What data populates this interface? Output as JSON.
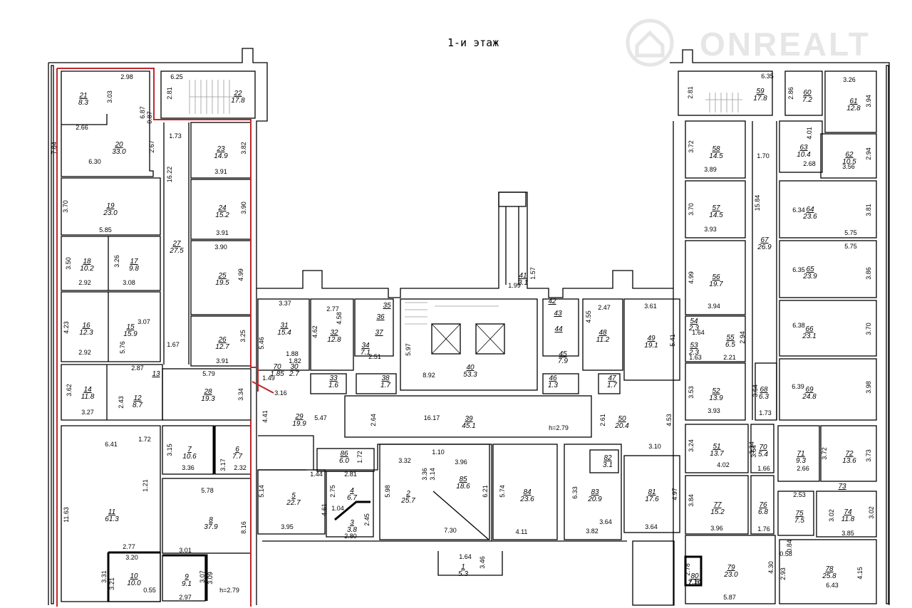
{
  "title": "1-и этаж",
  "watermark": {
    "text": "ONREALT",
    "icon": "house-icon",
    "color": "#e6e6e6"
  },
  "colors": {
    "wall": "#000000",
    "highlight": "#c0282d",
    "background": "#ffffff"
  },
  "rooms": [
    {
      "id": "r21",
      "num": "21",
      "area": "8.3"
    },
    {
      "id": "r20",
      "num": "20",
      "area": "33.0"
    },
    {
      "id": "r22",
      "num": "22",
      "area": "17.8"
    },
    {
      "id": "r23",
      "num": "23",
      "area": "14.9"
    },
    {
      "id": "r24",
      "num": "24",
      "area": "15.2"
    },
    {
      "id": "r25",
      "num": "25",
      "area": "19.5"
    },
    {
      "id": "r26",
      "num": "26",
      "area": "12.7"
    },
    {
      "id": "r27",
      "num": "27",
      "area": "27.5"
    },
    {
      "id": "r19",
      "num": "19",
      "area": "23.0"
    },
    {
      "id": "r18",
      "num": "18",
      "area": "10.2"
    },
    {
      "id": "r17",
      "num": "17",
      "area": "9.8"
    },
    {
      "id": "r16",
      "num": "16",
      "area": "12.3"
    },
    {
      "id": "r15",
      "num": "15",
      "area": "15.9"
    },
    {
      "id": "r14",
      "num": "14",
      "area": "11.8"
    },
    {
      "id": "r12",
      "num": "12",
      "area": "8.7"
    },
    {
      "id": "r13",
      "num": "13",
      "area": ""
    },
    {
      "id": "r28",
      "num": "28",
      "area": "19.3"
    },
    {
      "id": "r11",
      "num": "11",
      "area": "61.3"
    },
    {
      "id": "r7",
      "num": "7",
      "area": "10.6"
    },
    {
      "id": "r6",
      "num": "6",
      "area": "7.7"
    },
    {
      "id": "r8",
      "num": "8",
      "area": "37.9"
    },
    {
      "id": "r9",
      "num": "9",
      "area": "9.1"
    },
    {
      "id": "r10",
      "num": "10",
      "area": "10.0"
    },
    {
      "id": "r31",
      "num": "31",
      "area": "15.4"
    },
    {
      "id": "r32",
      "num": "32",
      "area": "12.8"
    },
    {
      "id": "r34",
      "num": "34",
      "area": "7.1"
    },
    {
      "id": "r35",
      "num": "35",
      "area": ""
    },
    {
      "id": "r36",
      "num": "36",
      "area": ""
    },
    {
      "id": "r37",
      "num": "37",
      "area": ""
    },
    {
      "id": "r30",
      "num": "30",
      "area": "2.7"
    },
    {
      "id": "r70l",
      "num": "70",
      "area": "1.85"
    },
    {
      "id": "r33",
      "num": "33",
      "area": "1.6"
    },
    {
      "id": "r38",
      "num": "38",
      "area": "1.7"
    },
    {
      "id": "r29",
      "num": "29",
      "area": "19.9"
    },
    {
      "id": "r41",
      "num": "41",
      "area": "3.1"
    },
    {
      "id": "r40",
      "num": "40",
      "area": "53.3"
    },
    {
      "id": "r39",
      "num": "39",
      "area": "45.1"
    },
    {
      "id": "r42",
      "num": "42",
      "area": ""
    },
    {
      "id": "r43",
      "num": "43",
      "area": ""
    },
    {
      "id": "r44",
      "num": "44",
      "area": ""
    },
    {
      "id": "r45",
      "num": "45",
      "area": "7.9"
    },
    {
      "id": "r46",
      "num": "46",
      "area": "1.3"
    },
    {
      "id": "r47",
      "num": "47",
      "area": "1.7"
    },
    {
      "id": "r48",
      "num": "48",
      "area": "11.2"
    },
    {
      "id": "r49",
      "num": "49",
      "area": "19.1"
    },
    {
      "id": "r50",
      "num": "50",
      "area": "20.4"
    },
    {
      "id": "r86",
      "num": "86",
      "area": "6.0"
    },
    {
      "id": "r5",
      "num": "5",
      "area": "22.7"
    },
    {
      "id": "r4",
      "num": "4",
      "area": "6.7"
    },
    {
      "id": "r3",
      "num": "3",
      "area": "3.8"
    },
    {
      "id": "r2",
      "num": "2",
      "area": "25.7"
    },
    {
      "id": "r85",
      "num": "85",
      "area": "18.6"
    },
    {
      "id": "r84",
      "num": "84",
      "area": "23.6"
    },
    {
      "id": "r83",
      "num": "83",
      "area": "20.9"
    },
    {
      "id": "r82",
      "num": "82",
      "area": "3.1"
    },
    {
      "id": "r81",
      "num": "81",
      "area": "17.6"
    },
    {
      "id": "r1",
      "num": "1",
      "area": "5.3"
    },
    {
      "id": "r59",
      "num": "59",
      "area": "17.8"
    },
    {
      "id": "r60",
      "num": "60",
      "area": "7.2"
    },
    {
      "id": "r61",
      "num": "61",
      "area": "12.8"
    },
    {
      "id": "r58",
      "num": "58",
      "area": "14.5"
    },
    {
      "id": "r63",
      "num": "63",
      "area": "10.4"
    },
    {
      "id": "r62",
      "num": "62",
      "area": "10.5"
    },
    {
      "id": "r57",
      "num": "57",
      "area": "14.5"
    },
    {
      "id": "r64",
      "num": "64",
      "area": "23.6"
    },
    {
      "id": "r67",
      "num": "67",
      "area": "26.9"
    },
    {
      "id": "r56",
      "num": "56",
      "area": "19.7"
    },
    {
      "id": "r65",
      "num": "65",
      "area": "23.9"
    },
    {
      "id": "r54",
      "num": "54",
      "area": "2.3"
    },
    {
      "id": "r53",
      "num": "53",
      "area": "2.3"
    },
    {
      "id": "r55",
      "num": "55",
      "area": "6.5"
    },
    {
      "id": "r66",
      "num": "66",
      "area": "23.1"
    },
    {
      "id": "r52",
      "num": "52",
      "area": "13.9"
    },
    {
      "id": "r68",
      "num": "68",
      "area": "6.3"
    },
    {
      "id": "r69",
      "num": "69",
      "area": "24.8"
    },
    {
      "id": "r51",
      "num": "51",
      "area": "13.7"
    },
    {
      "id": "r70r",
      "num": "70",
      "area": "5.4"
    },
    {
      "id": "r71",
      "num": "71",
      "area": "9.3"
    },
    {
      "id": "r72",
      "num": "72",
      "area": "13.6"
    },
    {
      "id": "r77",
      "num": "77",
      "area": "15.2"
    },
    {
      "id": "r76",
      "num": "76",
      "area": "6.8"
    },
    {
      "id": "r75",
      "num": "75",
      "area": "7.5"
    },
    {
      "id": "r74",
      "num": "74",
      "area": "11.8"
    },
    {
      "id": "r73",
      "num": "73",
      "area": ""
    },
    {
      "id": "r79",
      "num": "79",
      "area": "23.0"
    },
    {
      "id": "r80",
      "num": "80",
      "area": "7.10"
    },
    {
      "id": "r78",
      "num": "78",
      "area": "25.8"
    }
  ],
  "dimensions": [
    "2.98",
    "3.03",
    "6.25",
    "2.81",
    "6.87",
    "0.87",
    "2.66",
    "7.84",
    "6.30",
    "1.73",
    "2.67",
    "3.82",
    "3.91",
    "16.22",
    "3.70",
    "3.90",
    "5.85",
    "3.91",
    "3.90",
    "3.50",
    "3.26",
    "2.92",
    "3.08",
    "4.99",
    "4.23",
    "3.07",
    "5.76",
    "2.92",
    "1.67",
    "3.25",
    "3.91",
    "3.62",
    "2.87",
    "2.43",
    "3.27",
    "5.79",
    "3.34",
    "6.41",
    "1.72",
    "3.15",
    "1.21",
    "3.36",
    "3.17",
    "2.32",
    "5.78",
    "11.63",
    "2.77",
    "3.20",
    "3.01",
    "8.16",
    "3.31",
    "3.21",
    "3.07",
    "3.09",
    "0.55",
    "2.97",
    "h=2.79",
    "3.37",
    "2.77",
    "4.58",
    "5.46",
    "4.62",
    "2.51",
    "1.88",
    "1.82",
    "1.49",
    "3.16",
    "4.41",
    "5.47",
    "5.97",
    "8.92",
    "2.64",
    "16.17",
    "h=2.79",
    "1.99",
    "1.57",
    "3.32",
    "1.10",
    "3.96",
    "3.36",
    "3.14",
    "6.21",
    "5.74",
    "1.44",
    "2.81",
    "1.72",
    "2.75",
    "4.61",
    "1.04",
    "2.45",
    "5.98",
    "3.95",
    "5.14",
    "2.80",
    "7.30",
    "4.11",
    "3.82",
    "6.33",
    "3.64",
    "4.97",
    "3.10",
    "2.61",
    "4.53",
    "2.47",
    "4.55",
    "3.61",
    "5.41",
    "1.64",
    "3.46",
    "6.35",
    "2.81",
    "3.26",
    "2.86",
    "3.94",
    "3.72",
    "4.01",
    "1.70",
    "3.89",
    "2.68",
    "3.56",
    "2.94",
    "3.70",
    "15.84",
    "6.34",
    "3.81",
    "5.75",
    "3.93",
    "5.75",
    "4.99",
    "6.35",
    "3.86",
    "3.94",
    "1.64",
    "2.94",
    "1.63",
    "2.21",
    "6.38",
    "3.70",
    "3.53",
    "3.64",
    "3.93",
    "1.73",
    "6.39",
    "3.98",
    "3.24",
    "3.34",
    "3.64",
    "4.02",
    "1.66",
    "2.66",
    "3.72",
    "3.73",
    "3.84",
    "3.96",
    "1.76",
    "2.53",
    "3.02",
    "3.85",
    "3.02",
    "0.58",
    "0.84",
    "4.30",
    "2.93",
    "5.87",
    "6.43",
    "4.15",
    "2.78",
    "7.10",
    "3.64"
  ]
}
